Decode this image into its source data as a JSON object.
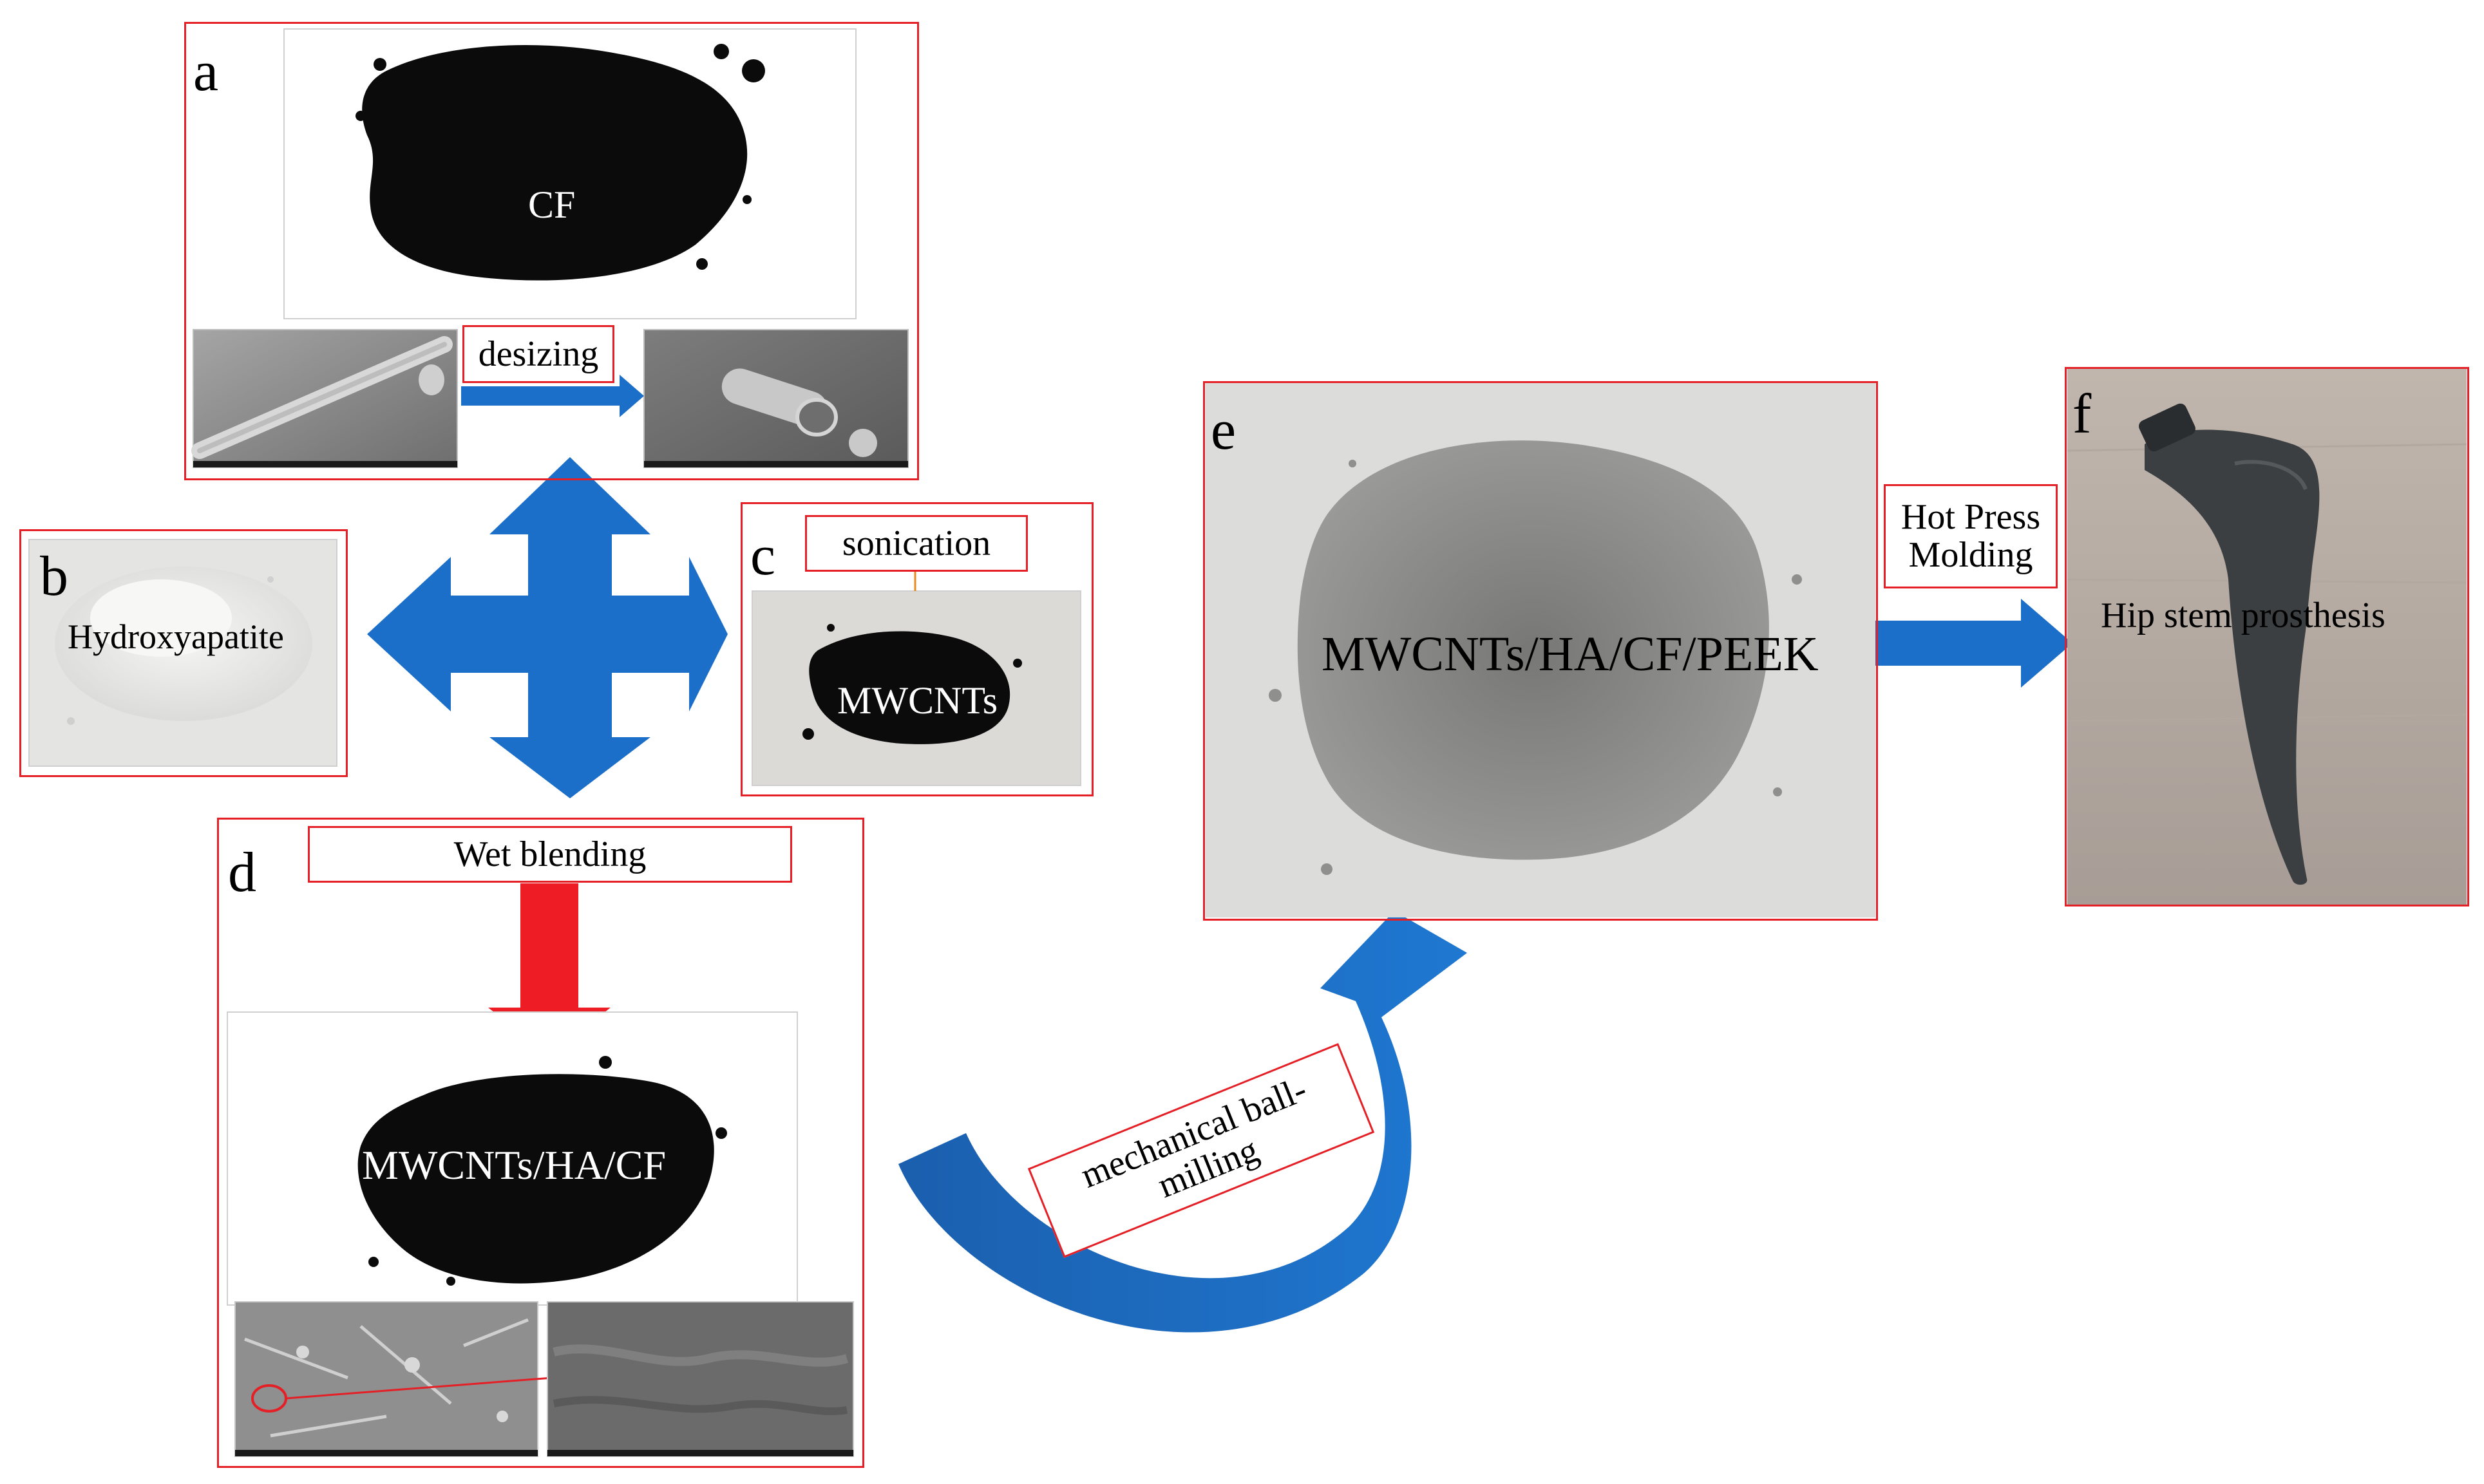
{
  "panels": {
    "a": {
      "letter": "a",
      "center_label": "CF",
      "process": "desizing"
    },
    "b": {
      "letter": "b",
      "center_label": "Hydroxyapatite"
    },
    "c": {
      "letter": "c",
      "center_label": "MWCNTs",
      "process": "sonication"
    },
    "d": {
      "letter": "d",
      "center_label": "MWCNTs/HA/CF",
      "process": "Wet blending"
    },
    "e": {
      "letter": "e",
      "center_label": "MWCNTs/HA/CF/PEEK"
    },
    "f": {
      "letter": "f",
      "center_label": "Hip stem prosthesis"
    }
  },
  "arrows": {
    "ball_milling_line1": "mechanical ball-",
    "ball_milling_line2": "milling",
    "hot_press_line1": "Hot Press",
    "hot_press_line2": "Molding"
  },
  "colors": {
    "frame_red": "#e41f25",
    "arrow_blue": "#1c6fc8",
    "arrow_red": "#ee1c24",
    "powder_black": "#0b0b0b",
    "powder_grey": "#8b8b89",
    "ha_white": "#ececec",
    "sem_grey": "#8a8a8a"
  }
}
